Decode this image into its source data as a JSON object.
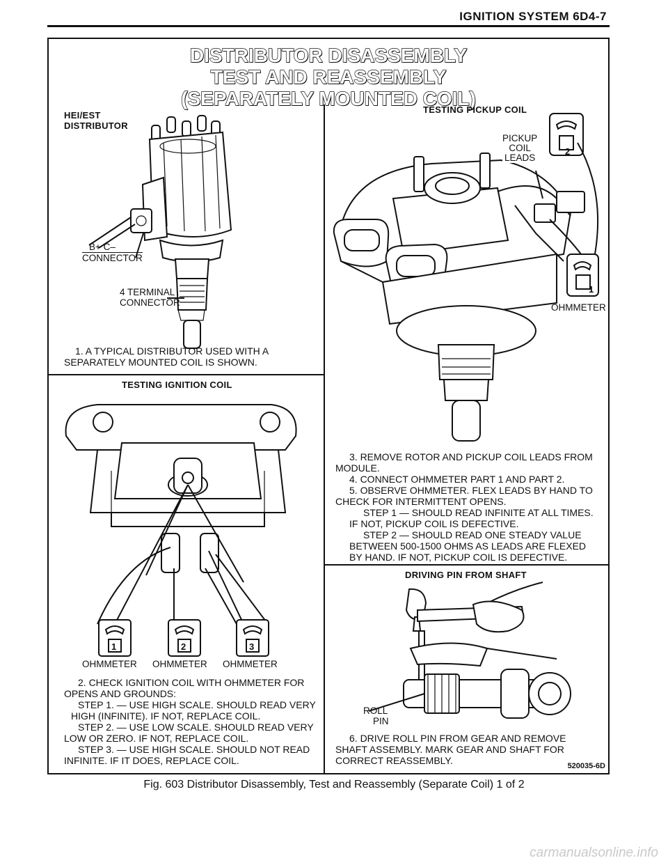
{
  "header": {
    "section_title": "IGNITION SYSTEM 6D4-7"
  },
  "figure": {
    "title_lines": [
      "DISTRIBUTOR DISASSEMBLY",
      "TEST AND REASSEMBLY",
      "(SEPARATELY MOUNTED COIL)"
    ],
    "code": "520035-6D",
    "caption": "Fig. 603 Distributor Disassembly, Test and Reassembly (Separate Coil) 1 of 2"
  },
  "panel1": {
    "label_line1": "HEI/EST",
    "label_line2": "DISTRIBUTOR",
    "connector_bc": "B+ C–",
    "connector_label": "CONNECTOR",
    "terminal_line1": "4 TERMINAL",
    "terminal_line2": "CONNECTOR",
    "caption_line1": "1. A TYPICAL DISTRIBUTOR USED WITH A",
    "caption_line2": "SEPARATELY MOUNTED COIL IS SHOWN."
  },
  "panel2": {
    "heading": "TESTING IGNITION COIL",
    "meters": [
      "1",
      "2",
      "3"
    ],
    "meter_label": "OHMMETER",
    "steps": [
      "2. CHECK IGNITION COIL WITH OHMMETER FOR",
      "OPENS AND GROUNDS:",
      "STEP 1. — USE HIGH SCALE. SHOULD READ VERY",
      "HIGH (INFINITE). IF NOT, REPLACE COIL.",
      "STEP 2. — USE LOW SCALE. SHOULD READ VERY",
      "LOW OR ZERO. IF NOT, REPLACE COIL.",
      "STEP 3. — USE HIGH SCALE. SHOULD NOT READ",
      "INFINITE. IF IT DOES, REPLACE COIL."
    ]
  },
  "panel3": {
    "heading": "TESTING PICKUP COIL",
    "pickup_line1": "PICKUP",
    "pickup_line2": "COIL",
    "pickup_line3": "LEADS",
    "meter_top": "2",
    "meter_bottom": "1",
    "ohmmeter_label": "OHMMETER",
    "steps": [
      "3. REMOVE ROTOR AND PICKUP COIL LEADS FROM",
      "MODULE.",
      "4. CONNECT OHMMETER PART 1 AND PART 2.",
      "5. OBSERVE OHMMETER. FLEX LEADS BY HAND TO",
      "CHECK FOR INTERMITTENT OPENS.",
      "STEP 1 — SHOULD READ INFINITE AT ALL TIMES.",
      "IF NOT, PICKUP COIL IS DEFECTIVE.",
      "STEP 2 — SHOULD READ ONE STEADY VALUE",
      "BETWEEN 500-1500 OHMS AS LEADS ARE FLEXED",
      "BY HAND. IF NOT, PICKUP COIL IS DEFECTIVE."
    ]
  },
  "panel4": {
    "heading": "DRIVING PIN FROM SHAFT",
    "roll_label": "ROLL",
    "pin_label": "PIN",
    "steps": [
      "6. DRIVE ROLL PIN FROM GEAR AND REMOVE",
      "SHAFT ASSEMBLY. MARK GEAR AND SHAFT FOR",
      "CORRECT REASSEMBLY."
    ]
  },
  "watermark": "carmanualsonline.info"
}
